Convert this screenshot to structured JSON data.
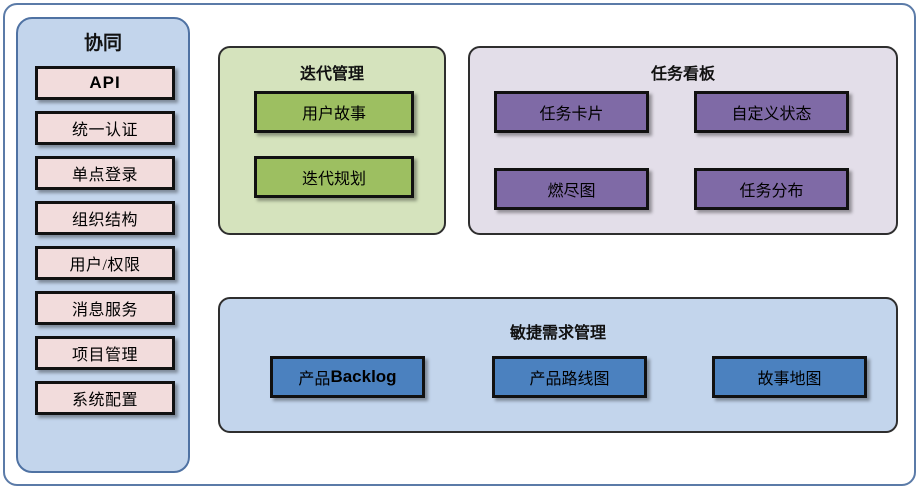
{
  "diagram": {
    "sidebar": {
      "title": "协同",
      "accent": "#c3d5ec",
      "border": "#4f72a3",
      "item_fill": "#f2dcdc",
      "items": [
        {
          "label": "API",
          "script": "latin"
        },
        {
          "label": "统一认证",
          "script": "cjk"
        },
        {
          "label": "单点登录",
          "script": "cjk"
        },
        {
          "label": "组织结构",
          "script": "cjk"
        },
        {
          "label": "用户/权限",
          "script": "cjk"
        },
        {
          "label": "消息服务",
          "script": "cjk"
        },
        {
          "label": "项目管理",
          "script": "cjk"
        },
        {
          "label": "系统配置",
          "script": "cjk"
        }
      ]
    },
    "iteration": {
      "title": "迭代管理",
      "accent": "#d5e3bd",
      "box_fill": "#9dbf61",
      "items": [
        {
          "label": "用户故事"
        },
        {
          "label": "迭代规划"
        }
      ]
    },
    "taskboard": {
      "title": "任务看板",
      "accent": "#e3dee9",
      "box_fill": "#7f6aa6",
      "items": [
        {
          "label": "任务卡片"
        },
        {
          "label": "自定义状态"
        },
        {
          "label": "燃尽图"
        },
        {
          "label": "任务分布"
        }
      ]
    },
    "agile": {
      "title": "敏捷需求管理",
      "accent": "#c3d5ec",
      "box_fill": "#4b81bf",
      "items": [
        {
          "label_cjk": "产品",
          "label_latin": "Backlog"
        },
        {
          "label_cjk": "产品路线图",
          "label_latin": ""
        },
        {
          "label_cjk": "故事地图",
          "label_latin": ""
        }
      ]
    }
  }
}
